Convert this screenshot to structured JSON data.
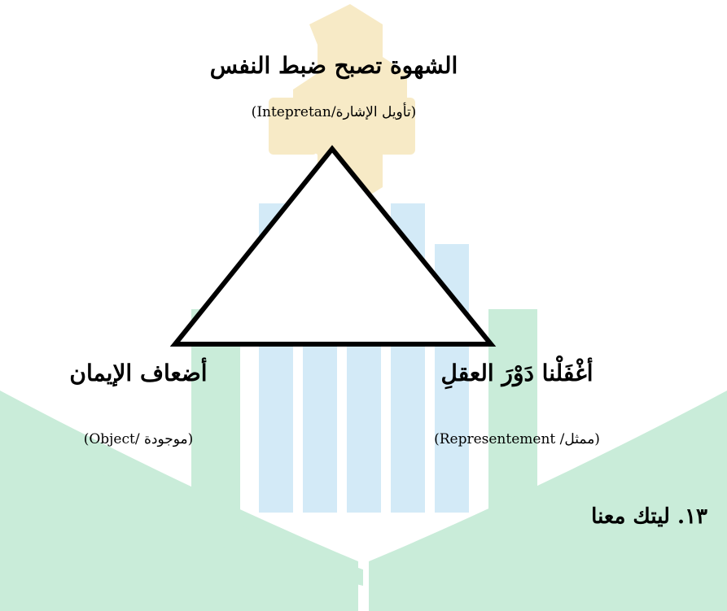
{
  "watermark": {
    "icon": "university-logo-watermark",
    "colors": {
      "gold": "#f4e3b5",
      "blue": "#cfe8f7",
      "green": "#bfe8d4"
    }
  },
  "diagram": {
    "stroke_color": "#000000",
    "top": {
      "title": "الشهوة تصبح ضبط النفس",
      "subtitle": "(تأويل الإشارة/Intepretan)"
    },
    "left": {
      "title": "أضعاف الإيمان",
      "subtitle": "(موجودة /Object)"
    },
    "right": {
      "title": "أغْفَلْنا دَوْرَ العقلِ",
      "subtitle": "(ممثل/ Representement)"
    }
  },
  "section": {
    "heading": "١٣. ليتك معنا"
  }
}
